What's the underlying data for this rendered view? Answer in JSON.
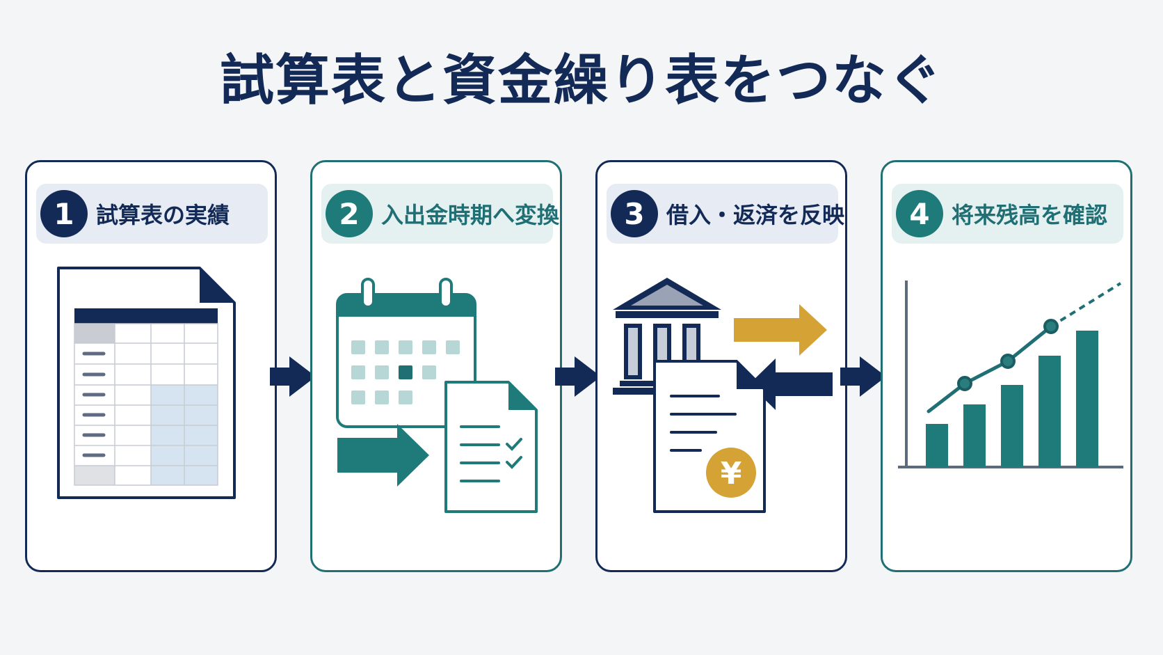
{
  "title": "試算表と資金繰り表をつなぐ",
  "steps": [
    {
      "number": "1",
      "label": "試算表の実績",
      "icon": "spreadsheet-icon"
    },
    {
      "number": "2",
      "label": "入出金時期へ変換",
      "icon": "calendar-schedule-icon"
    },
    {
      "number": "3",
      "label": "借入・返済を反映",
      "icon": "bank-loan-icon"
    },
    {
      "number": "4",
      "label": "将来残高を確認",
      "icon": "growth-chart-icon"
    }
  ],
  "currency_symbol": "¥",
  "colors": {
    "navy": "#132a57",
    "teal": "#1f7a7a",
    "gold": "#d4a235",
    "light_blue": "#d6e4f1",
    "background": "#f4f5f7"
  }
}
